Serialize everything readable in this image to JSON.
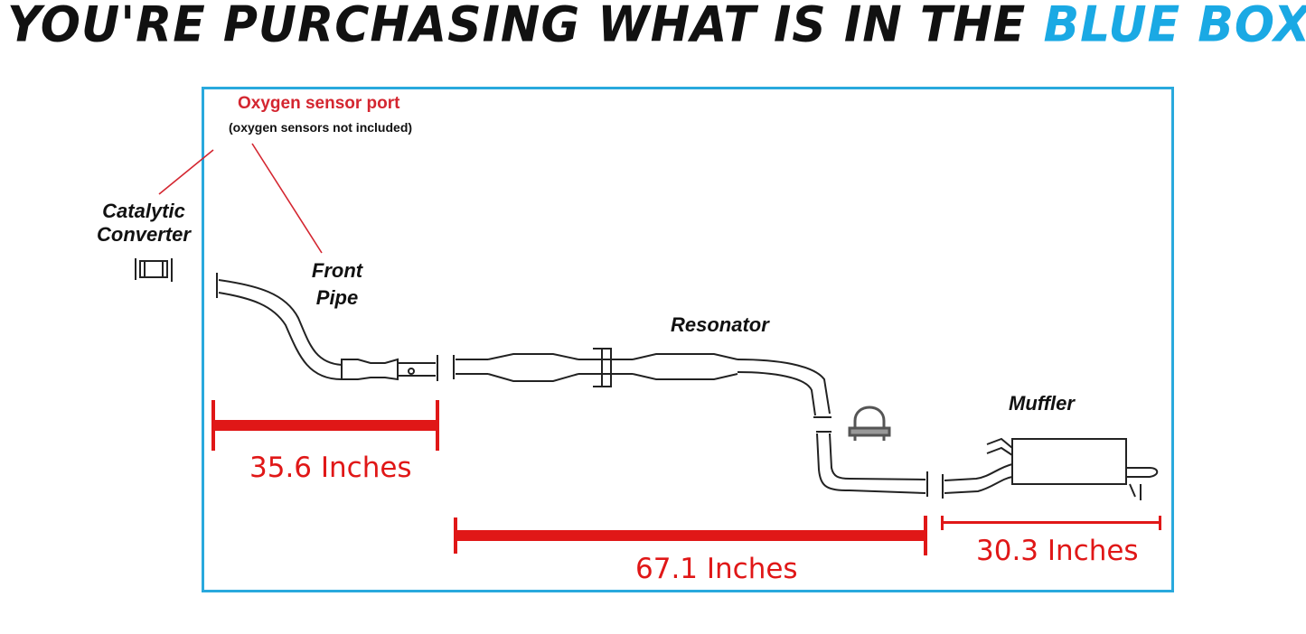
{
  "banner": {
    "text_main": "YOU'RE PURCHASING WHAT IS IN THE ",
    "text_highlight": "BLUE BOX",
    "highlight_color": "#1aa9e4"
  },
  "annotations": {
    "oxygen_port": "Oxygen sensor port",
    "oxygen_note": "(oxygen sensors not included)"
  },
  "parts": {
    "catalytic_line1": "Catalytic",
    "catalytic_line2": "Converter",
    "front_pipe_line1": "Front",
    "front_pipe_line2": "Pipe",
    "resonator": "Resonator",
    "muffler": "Muffler"
  },
  "measurements": {
    "front_pipe": "35.6 Inches",
    "resonator": "67.1 Inches",
    "muffler": "30.3 Inches"
  },
  "colors": {
    "box_border": "#29a9dd",
    "measure_red": "#e01717",
    "annotation_red": "#d42630"
  }
}
